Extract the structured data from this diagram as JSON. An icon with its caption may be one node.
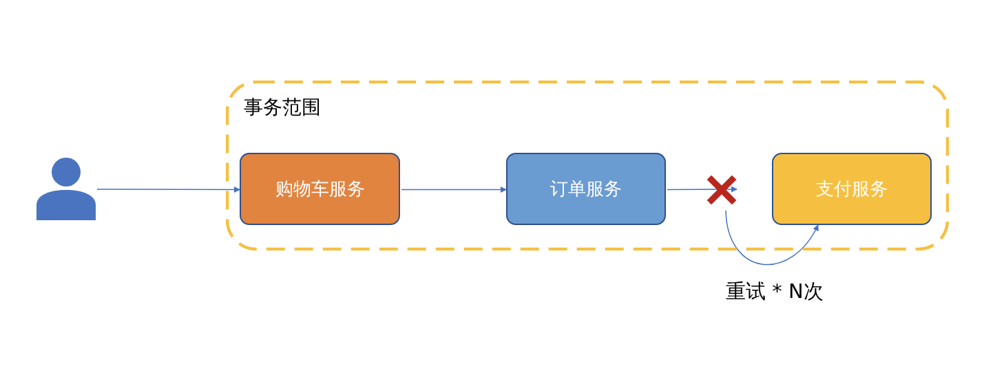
{
  "diagram": {
    "nodes": [
      {
        "text": [],
        "shape": "person"
      },
      {
        "text": [
          "事务范围"
        ]
      },
      {
        "text": [
          "购物车服务"
        ],
        "in": 1
      },
      {
        "text": [
          "订单服务"
        ],
        "in": 1
      },
      {
        "text": [],
        "shape": "cross",
        "in": 1
      },
      {
        "text": [
          "支付服务"
        ],
        "in": 1
      }
    ],
    "edges": [
      {
        "from": 0,
        "to": 2,
        "arrow": "to"
      },
      {
        "from": 2,
        "to": 3,
        "arrow": "to"
      },
      {
        "from": 3,
        "to": 4,
        "arrow": "to"
      },
      {
        "from": 4,
        "to": 5,
        "arrow": "to",
        "label": "重试 * N次"
      }
    ]
  }
}
